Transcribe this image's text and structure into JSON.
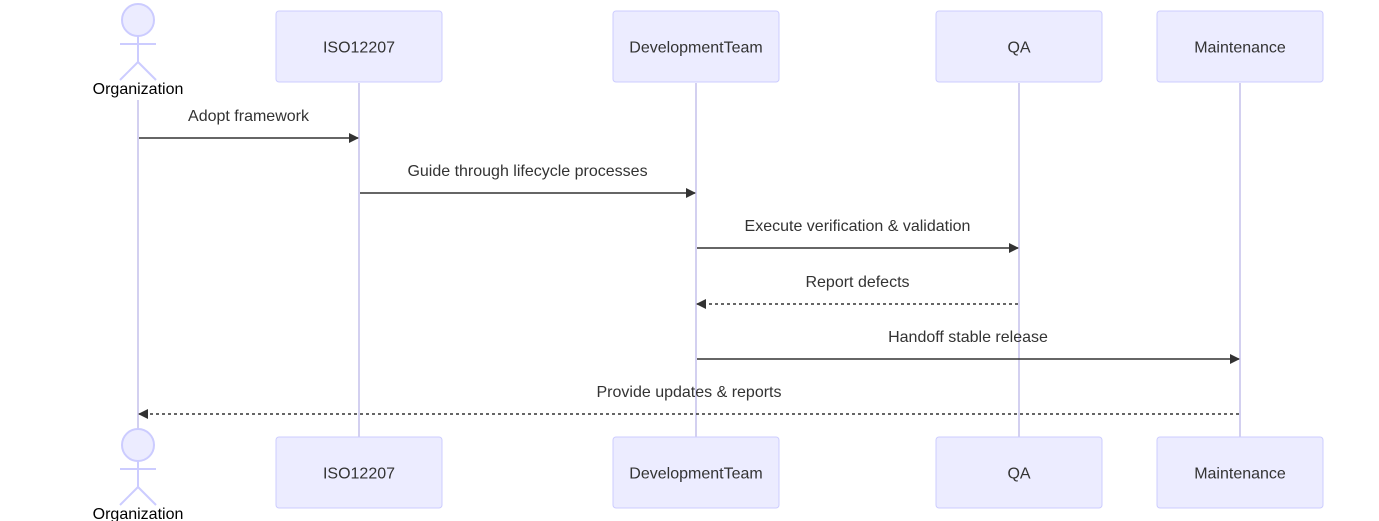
{
  "participants": [
    {
      "id": "org",
      "label": "Organization",
      "kind": "actor"
    },
    {
      "id": "iso",
      "label": "ISO12207",
      "kind": "box"
    },
    {
      "id": "dev",
      "label": "DevelopmentTeam",
      "kind": "box"
    },
    {
      "id": "qa",
      "label": "QA",
      "kind": "box"
    },
    {
      "id": "maint",
      "label": "Maintenance",
      "kind": "box"
    }
  ],
  "messages": [
    {
      "from": "org",
      "to": "iso",
      "text": "Adopt framework",
      "style": "solid"
    },
    {
      "from": "iso",
      "to": "dev",
      "text": "Guide through lifecycle processes",
      "style": "solid"
    },
    {
      "from": "dev",
      "to": "qa",
      "text": "Execute verification & validation",
      "style": "solid"
    },
    {
      "from": "qa",
      "to": "dev",
      "text": "Report defects",
      "style": "dashed"
    },
    {
      "from": "dev",
      "to": "maint",
      "text": "Handoff stable release",
      "style": "solid"
    },
    {
      "from": "maint",
      "to": "org",
      "text": "Provide updates & reports",
      "style": "dashed"
    }
  ],
  "colors": {
    "box_fill": "#ECECFF",
    "box_stroke": "#CCCCFF",
    "lifeline": "#D3D0F0",
    "arrow": "#333333"
  }
}
